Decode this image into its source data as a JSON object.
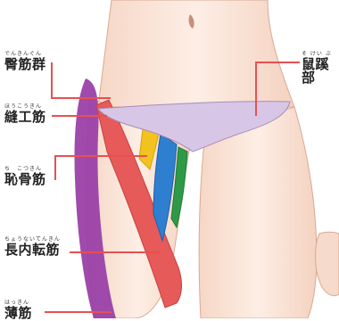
{
  "labels": [
    {
      "id": "pectineus",
      "reading": "でんきんぐん",
      "name": "臀筋群"
    },
    {
      "id": "sartorius",
      "reading": "ほうこうきん",
      "name": "縫工筋"
    },
    {
      "id": "adductor-brevis",
      "reading": "ち　こつきん",
      "name": "恥骨筋"
    },
    {
      "id": "adductor-longus",
      "reading": "ちょうないてんきん",
      "name": "長内転筋"
    },
    {
      "id": "gracilis",
      "reading": "はっきん",
      "name": "薄筋"
    },
    {
      "id": "inguinal",
      "reading": "そ けい ぶ",
      "name": "鼠蹊部"
    }
  ],
  "colors": {
    "leader_line": "#e85050",
    "purple_muscle": "#9a40a8",
    "red_muscle": "#e65a5a",
    "yellow_muscle": "#f2c21e",
    "blue_muscle": "#2f7fd0",
    "green_muscle": "#2e9a48",
    "garment": "#d8c6e6",
    "skin": "#fbe9dd"
  }
}
